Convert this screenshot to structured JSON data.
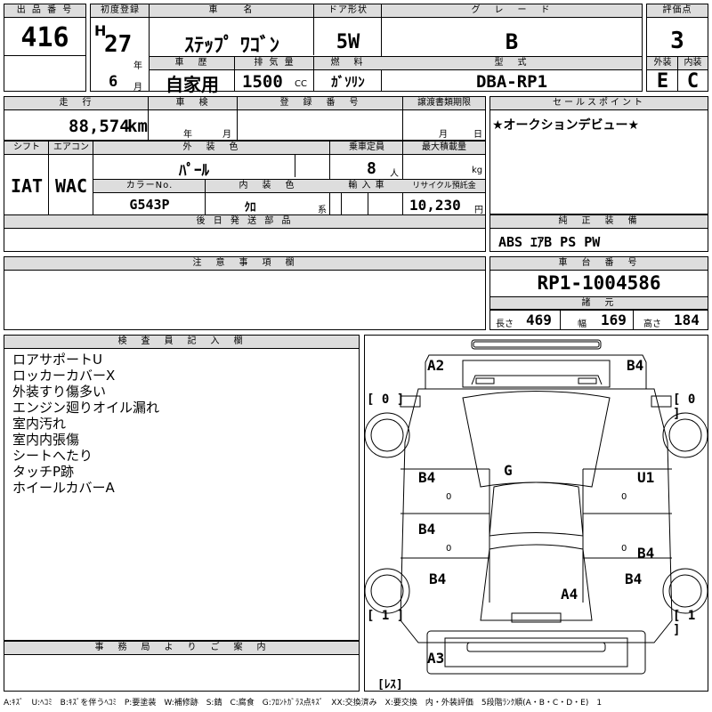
{
  "header": {
    "lot_no_label": "出 品 番 号",
    "lot_no": "416",
    "first_reg_label": "初度登録",
    "era": "H",
    "year": "27",
    "year_unit": "年",
    "month": "6",
    "month_unit": "月",
    "car_name_label": "車　　名",
    "car_name": "ｽﾃｯﾌﾟ ﾜｺﾞﾝ",
    "door_label": "ドア形状",
    "door": "5W",
    "grade_label": "グ　レ　ー　ド",
    "grade": "B",
    "score_label": "評価点",
    "score": "3",
    "history_label": "車　歴",
    "history": "自家用",
    "displacement_label": "排 気 量",
    "displacement": "1500",
    "displacement_unit": "CC",
    "fuel_label": "燃　料",
    "fuel": "ｶﾞｿﾘﾝ",
    "model_label": "型　式",
    "model": "DBA-RP1",
    "exterior_label": "外装",
    "exterior": "E",
    "interior_label": "内装",
    "interior": "C"
  },
  "row2": {
    "mileage_label": "走　行",
    "mileage": "88,574",
    "mileage_unit": "km",
    "inspection_label": "車　検",
    "inspection_year_unit": "年",
    "inspection_month_unit": "月",
    "reg_no_label": "登　録　番　号",
    "transfer_label": "譲渡書類期限",
    "transfer_month_unit": "月",
    "transfer_day_unit": "日",
    "sales_point_label": "セールスポイント",
    "sales_point": "★オークションデビュー★"
  },
  "row3": {
    "shift_label": "シフト",
    "shift": "IAT",
    "ac_label": "エアコン",
    "ac": "WAC",
    "ext_color_label": "外　装　色",
    "ext_color": "ﾊﾟｰﾙ",
    "capacity_label": "乗車定員",
    "capacity": "8",
    "capacity_unit": "人",
    "max_load_label": "最大積載量",
    "max_load_unit": "kg",
    "color_no_label": "カラーNo.",
    "color_no": "G543P",
    "int_color_label": "内　装　色",
    "int_color": "ｸﾛ",
    "int_color_unit": "系",
    "import_label": "輸 入 車",
    "recycle_label": "リサイクル預託金",
    "recycle": "10,230",
    "recycle_unit": "円"
  },
  "later_parts_label": "後 日 発 送 部 品",
  "genuine_label": "純　正　装　備",
  "genuine": "ABS ｴｱB PS PW",
  "notes_label": "注　意　事　項　欄",
  "chassis_label": "車　台　番　号",
  "chassis": "RP1-1004586",
  "specs_label": "諸　元",
  "length_label": "長さ",
  "length": "469",
  "width_label": "幅",
  "width": "169",
  "height_label": "高さ",
  "height": "184",
  "inspector_label": "検　査　員　記　入　欄",
  "remarks": [
    "ロアサポートU",
    "ロッカーカバーX",
    "外装すり傷多い",
    "エンジン廻りオイル漏れ",
    "室内汚れ",
    "室内内張傷",
    "シートへたり",
    "タッチP跡",
    "ホイールカバーA"
  ],
  "office_label": "事　務　局　よ　り　ご　案　内",
  "diagram": {
    "front_left": "A2",
    "front_right": "B4",
    "tire_fl": "[ 0 ]",
    "tire_fr": "[ 0 ]",
    "roof": "G",
    "door_fl": "B4",
    "door_fr": "U1",
    "door_rl": "B4",
    "door_rr": "B4",
    "fender_rl": "B4",
    "fender_rr": "B4",
    "rear_glass": "A4",
    "tire_rl": "[ 1 ]",
    "tire_rr": "[ 1 ]",
    "rear": "A3",
    "spare": "[ﾚｽ]",
    "zero_marks": [
      "0",
      "0",
      "0",
      "0"
    ]
  },
  "legend": "A:ｷｽﾞ　U:ﾍｺﾐ　B:ｷｽﾞを伴うﾍｺﾐ　P:要塗装　W:補修跡　S:錆　C:腐食　G:ﾌﾛﾝﾄｶﾞﾗｽ点ｷｽﾞ　XX:交換済み　X:要交換　内・外装評価　5段階ﾗﾝｸ順(A・B・C・D・E)　1"
}
